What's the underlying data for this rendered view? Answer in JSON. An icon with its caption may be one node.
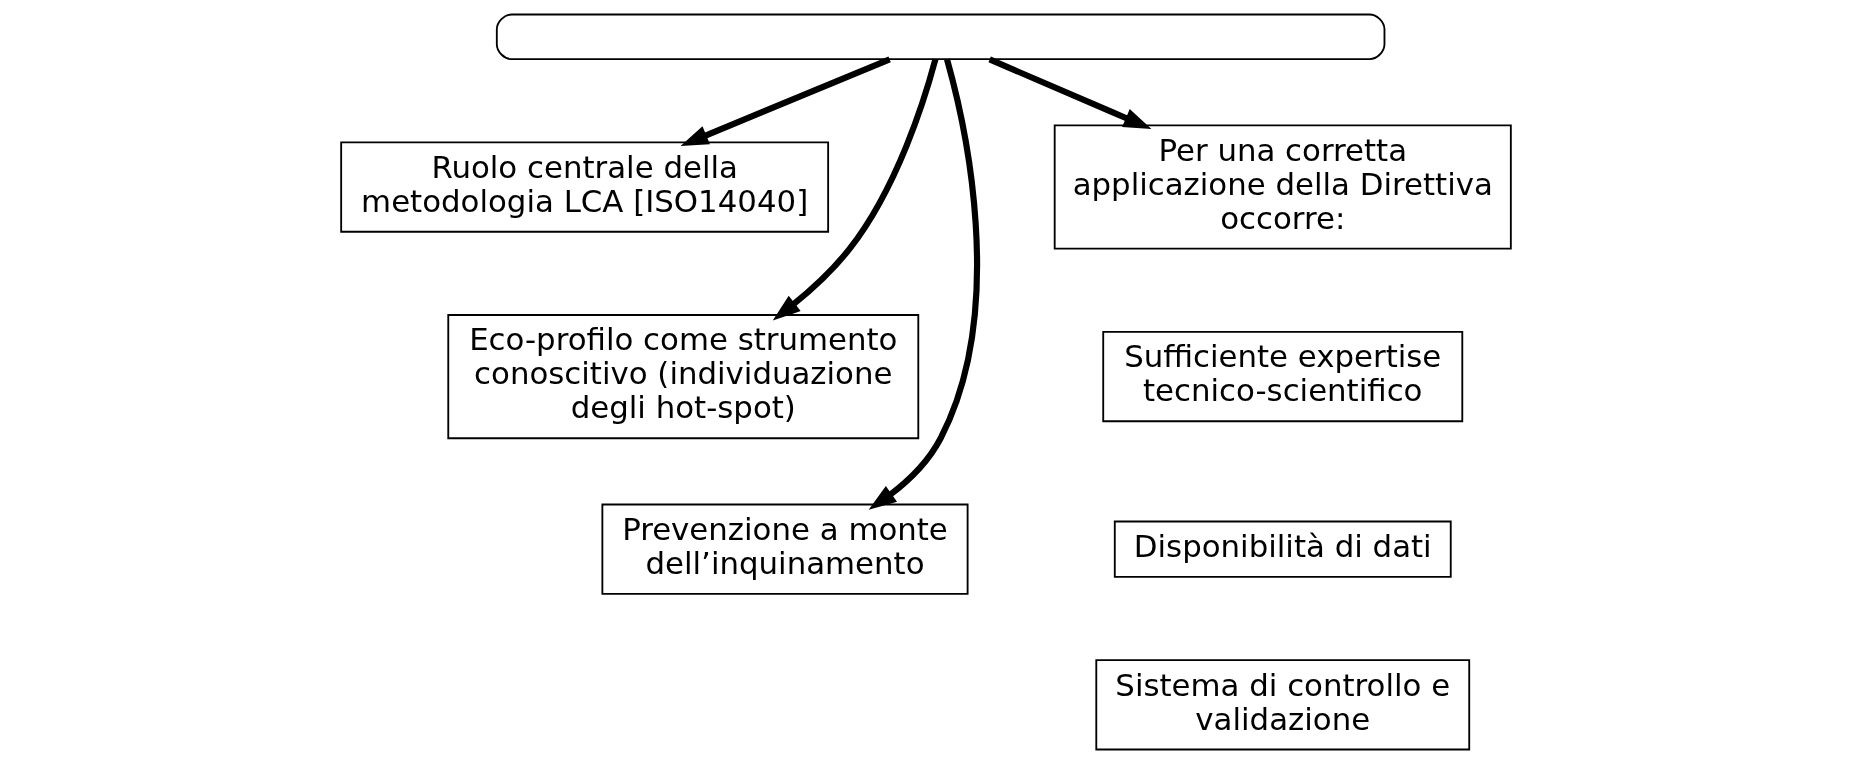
{
  "diagram": {
    "nodes": [
      {
        "text": [],
        "shape": "box"
      },
      {
        "text": [
          "Ruolo centrale della metodologia LCA [ISO14040]"
        ]
      },
      {
        "text": [
          "Eco-profilo come strumento conoscitivo (individuazione degli hot-spot)"
        ]
      },
      {
        "text": [
          "Prevenzione a monte dell’inquinamento"
        ]
      },
      {
        "text": [
          "Per una corretta applicazione della Direttiva occorre:"
        ]
      },
      {
        "text": [
          "Sufficiente expertise tecnico-scientifico"
        ]
      },
      {
        "text": [
          "Disponibilità di dati"
        ]
      },
      {
        "text": [
          "Sistema di controllo e validazione"
        ]
      }
    ],
    "edges": [
      {
        "from": 0,
        "to": 1,
        "arrow": "to"
      },
      {
        "from": 0,
        "to": 2,
        "arrow": "to"
      },
      {
        "from": 0,
        "to": 3,
        "arrow": "to"
      },
      {
        "from": 0,
        "to": 4,
        "arrow": "to"
      }
    ]
  }
}
